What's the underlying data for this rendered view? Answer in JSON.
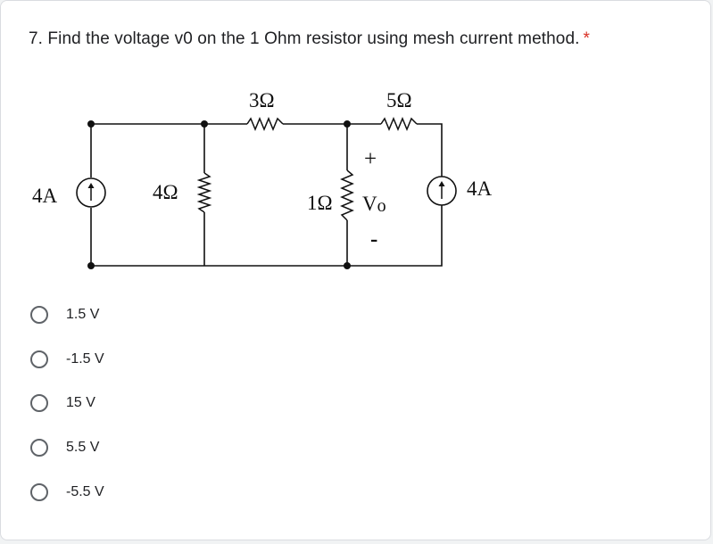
{
  "question": {
    "title": "7. Find the voltage v0 on the 1 Ohm resistor using mesh current method.",
    "required_mark": "*"
  },
  "figure": {
    "left_source_label": "4A",
    "right_source_label": "4A",
    "r4_label": "4Ω",
    "r3_label": "3Ω",
    "r5_label": "5Ω",
    "r1_label": "1Ω",
    "vo_main": "V",
    "vo_sub": "o",
    "plus_sign": "+",
    "minus_sign": "-"
  },
  "options": [
    {
      "label": "1.5 V"
    },
    {
      "label": "-1.5 V"
    },
    {
      "label": "15 V"
    },
    {
      "label": "5.5 V"
    },
    {
      "label": "-5.5 V"
    }
  ],
  "colors": {
    "required": "#d93025",
    "radio_border": "#5f6368",
    "text": "#202124"
  }
}
